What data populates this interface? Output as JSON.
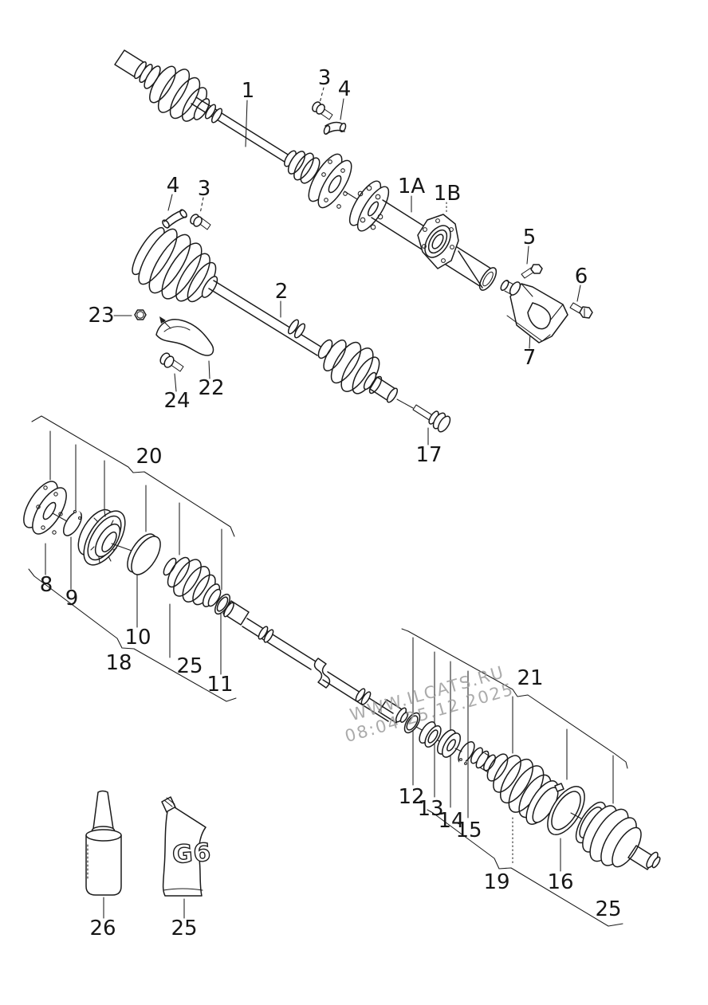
{
  "watermark": {
    "line1": "WWW.ILCATS.RU",
    "line2": "08:04 25.12.2025"
  },
  "markings": {
    "grease_tube": "G6"
  },
  "callouts": {
    "c1": "1",
    "c1a": "1A",
    "c1b": "1B",
    "c2": "2",
    "c3_top": "3",
    "c4_top": "4",
    "c4_mid": "4",
    "c3_mid": "3",
    "c5": "5",
    "c6": "6",
    "c7": "7",
    "c8": "8",
    "c9": "9",
    "c10": "10",
    "c11": "11",
    "c12": "12",
    "c13": "13",
    "c14": "14",
    "c15": "15",
    "c16": "16",
    "c17": "17",
    "c18": "18",
    "c19": "19",
    "c20": "20",
    "c21": "21",
    "c22": "22",
    "c23": "23",
    "c24": "24",
    "c25_boot": "25",
    "c25_joint": "25",
    "c25_grease": "25",
    "c26": "26"
  }
}
